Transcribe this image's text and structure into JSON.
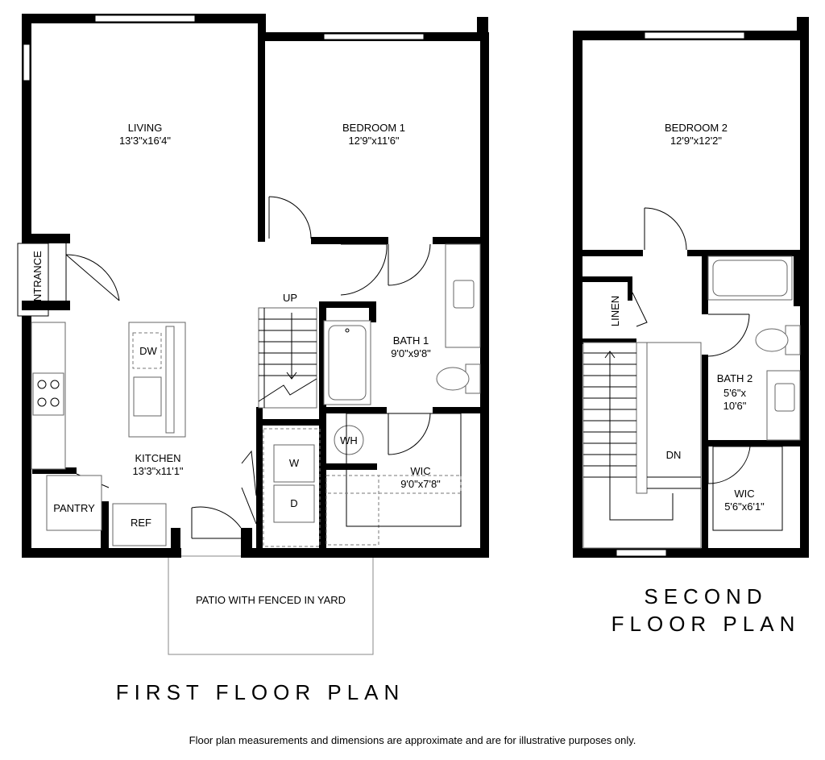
{
  "first_floor": {
    "title": "FIRST FLOOR PLAN",
    "rooms": {
      "living": {
        "name": "LIVING",
        "dims": "13'3\"x16'4\""
      },
      "bedroom1": {
        "name": "BEDROOM 1",
        "dims": "12'9\"x11'6\""
      },
      "bath1": {
        "name": "BATH 1",
        "dims": "9'0\"x9'8\""
      },
      "kitchen": {
        "name": "KITCHEN",
        "dims": "13'3\"x11'1\""
      },
      "wic": {
        "name": "WIC",
        "dims": "9'0\"x7'8\""
      },
      "pantry": {
        "name": "PANTRY"
      },
      "patio": {
        "name": "PATIO WITH FENCED IN YARD"
      }
    },
    "fixtures": {
      "entrance": "ENTRANCE",
      "up": "UP",
      "dw": "DW",
      "ref": "REF",
      "wh": "WH",
      "washer": "W",
      "dryer": "D"
    }
  },
  "second_floor": {
    "title_line1": "SECOND",
    "title_line2": "FLOOR PLAN",
    "rooms": {
      "bedroom2": {
        "name": "BEDROOM 2",
        "dims": "12'9\"x12'2\""
      },
      "bath2": {
        "name": "BATH 2",
        "dims_line1": "5'6\"x",
        "dims_line2": "10'6\""
      },
      "wic": {
        "name": "WIC",
        "dims": "5'6\"x6'1\""
      }
    },
    "fixtures": {
      "linen": "LINEN",
      "dn": "DN"
    }
  },
  "disclaimer": "Floor plan measurements and dimensions are approximate and are for illustrative purposes only."
}
